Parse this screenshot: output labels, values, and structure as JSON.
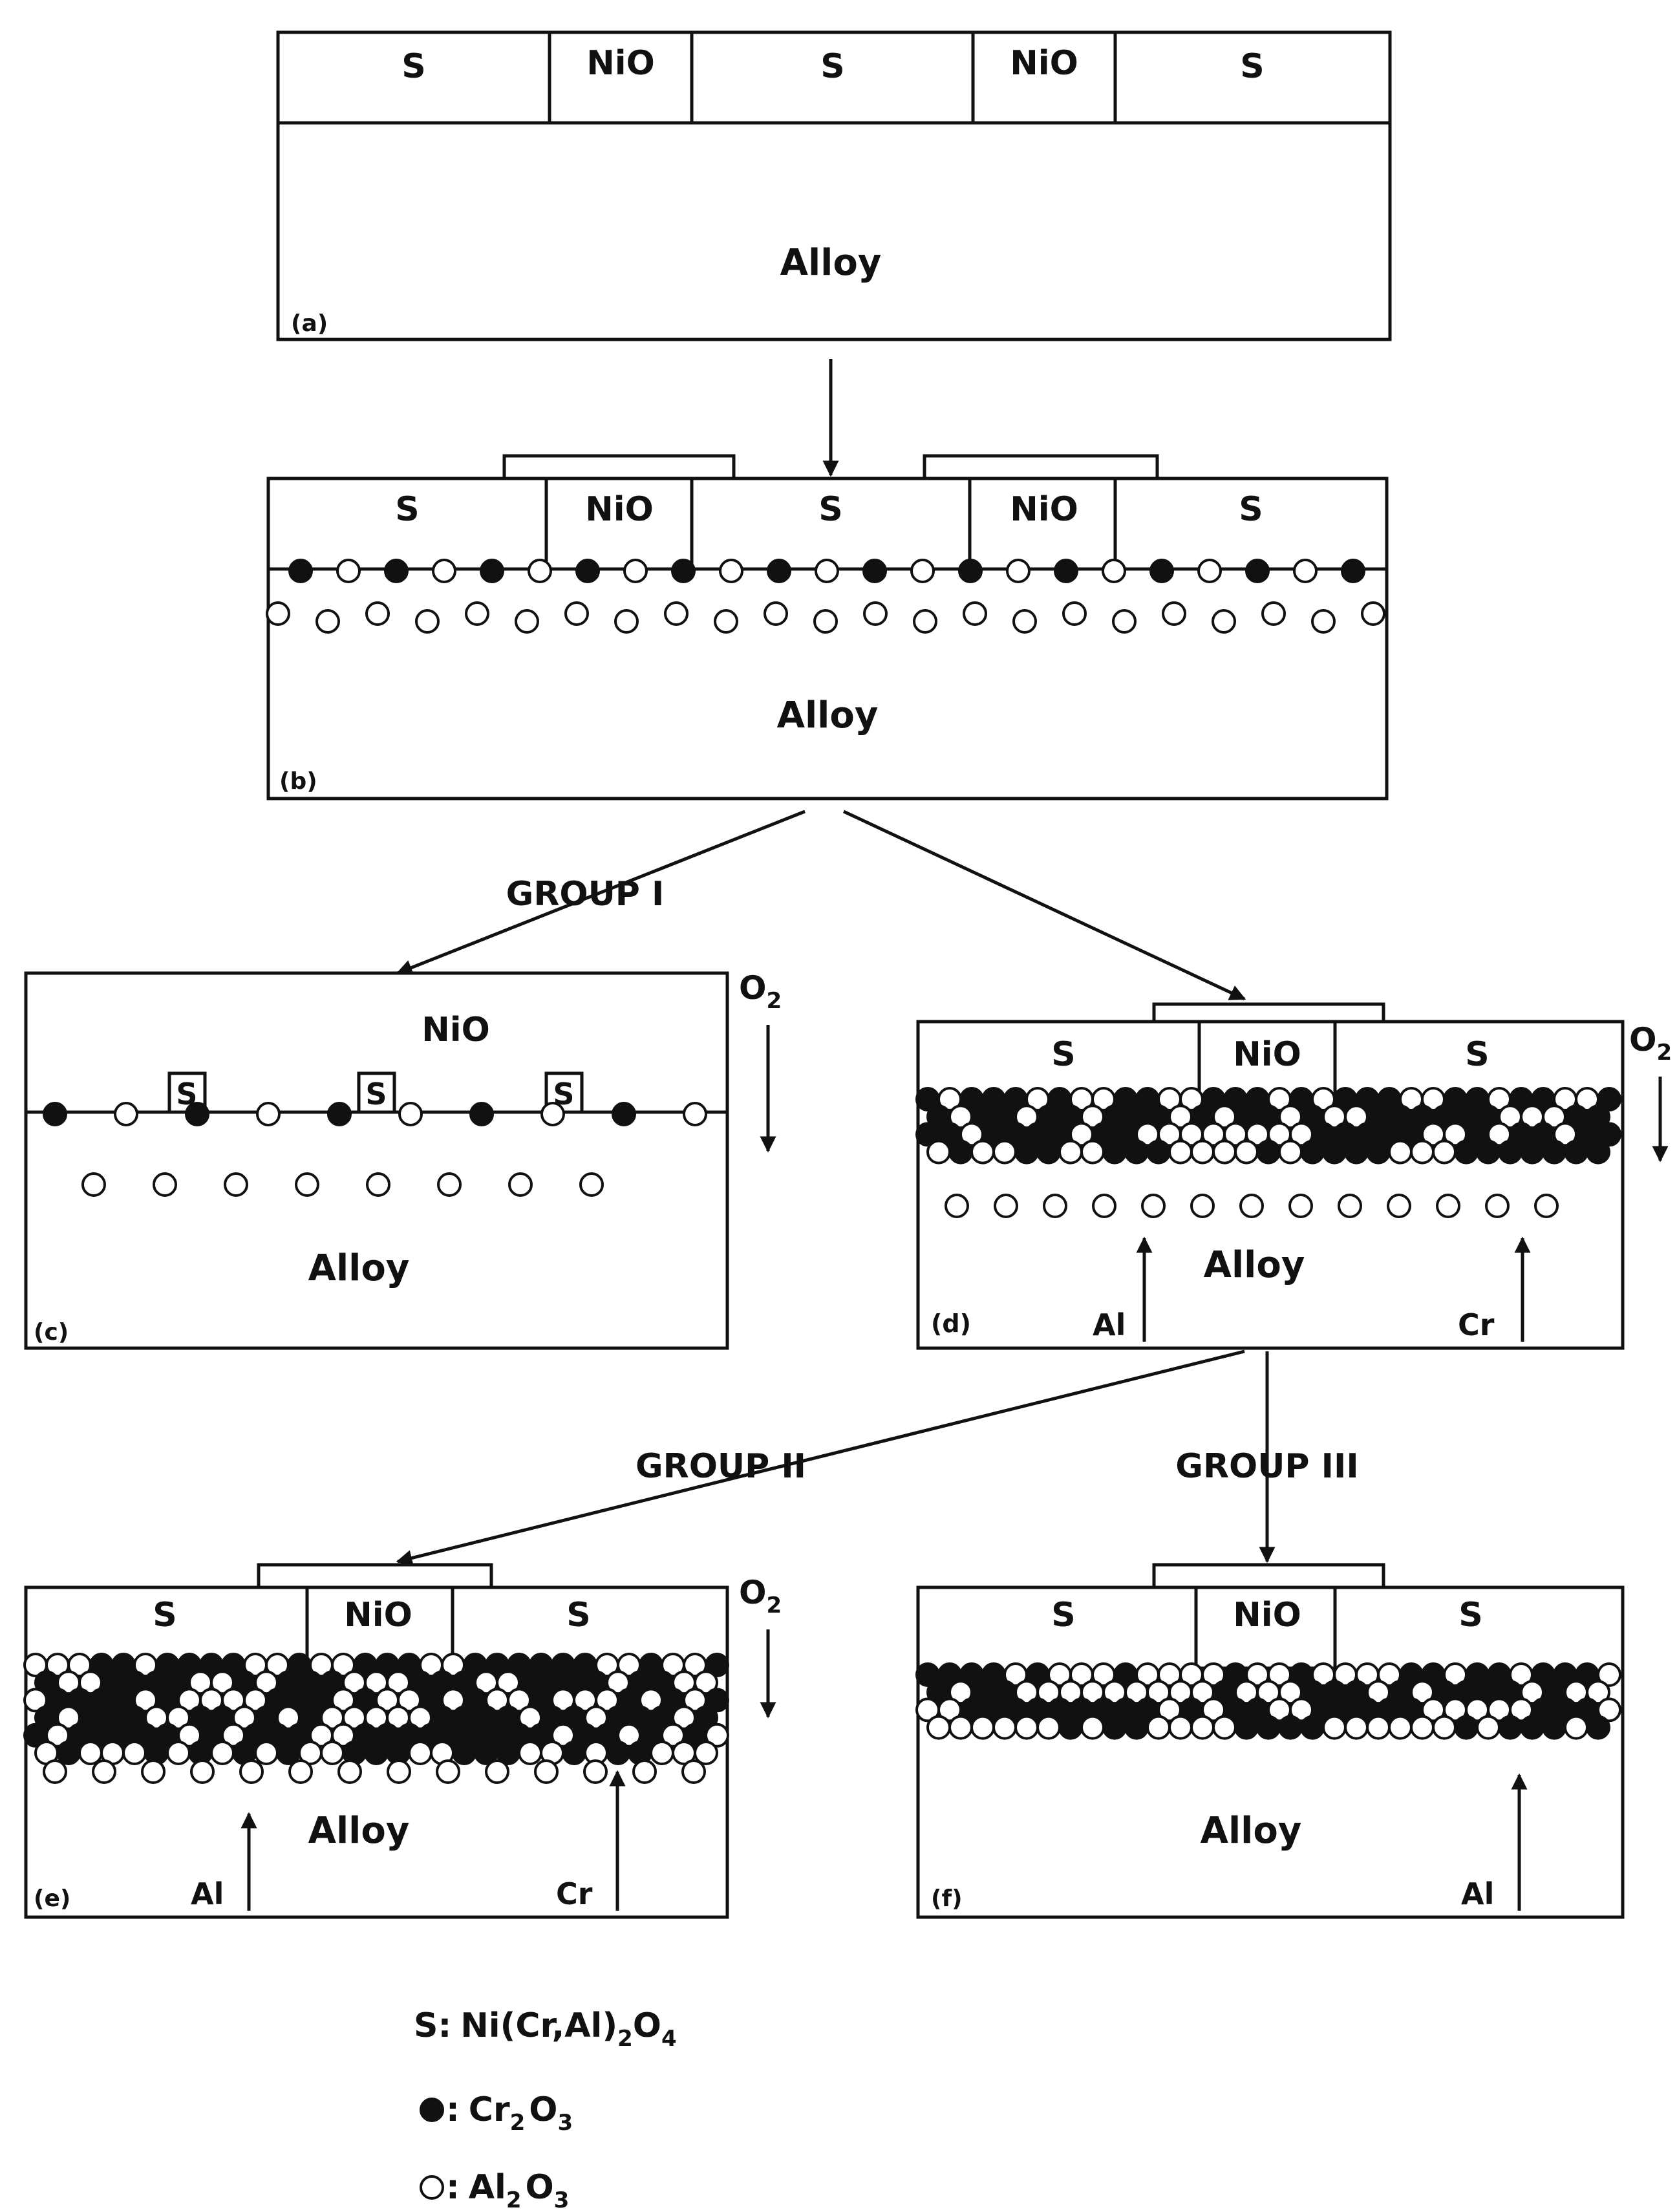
{
  "colors": {
    "ink": "#111111",
    "paper": "#ffffff"
  },
  "labels": {
    "spinel": "S",
    "nio": "NiO",
    "alloy": "Alloy",
    "o2": "O",
    "o2_sub": "2",
    "al": "Al",
    "cr": "Cr"
  },
  "panels": {
    "a": "(a)",
    "b": "(b)",
    "c": "(c)",
    "d": "(d)",
    "e": "(e)",
    "f": "(f)"
  },
  "groups": {
    "g1": "GROUP I",
    "g2": "GROUP II",
    "g3": "GROUP III"
  },
  "legend": {
    "spinel_key": "S:",
    "spinel_formula": "Ni(Cr,Al)",
    "spinel_sub1": "2",
    "spinel_o": "O",
    "spinel_sub2": "4",
    "cr_key": ":",
    "cr_formula": "Cr",
    "cr_sub1": "2",
    "cr_o": "O",
    "cr_sub2": "3",
    "al_key": ":",
    "al_formula": "Al",
    "al_sub1": "2",
    "al_o": "O",
    "al_sub2": "3",
    "cr_icon": "filled-circle",
    "al_icon": "open-circle"
  }
}
